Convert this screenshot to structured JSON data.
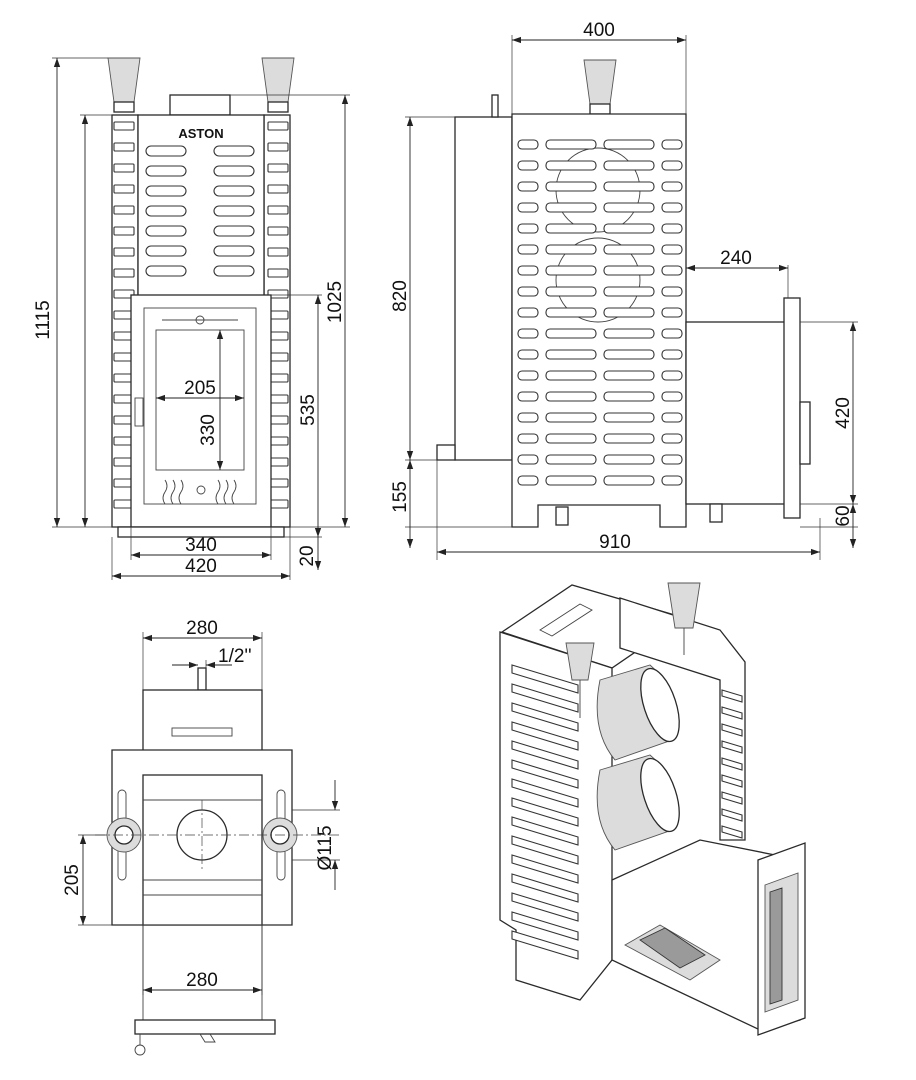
{
  "brand": "ASTON",
  "front_view": {
    "total_height": "1115",
    "body_height": "1025",
    "door_height": "535",
    "glass_width": "205",
    "glass_height": "330",
    "door_width": "340",
    "total_width": "420",
    "base_height": "20"
  },
  "side_view": {
    "body_depth": "400",
    "body_height": "820",
    "tunnel_length": "240",
    "tunnel_height": "420",
    "leg_height": "155",
    "tunnel_bottom": "60",
    "total_depth": "910"
  },
  "top_view": {
    "tank_width": "280",
    "pipe_thread": "1/2''",
    "flue_diameter": "Ø115",
    "side_spacing": "205",
    "tunnel_width": "280"
  },
  "colors": {
    "line": "#2a2a2a",
    "shade": "#dcdcdc",
    "dark": "#9a9a9a"
  }
}
